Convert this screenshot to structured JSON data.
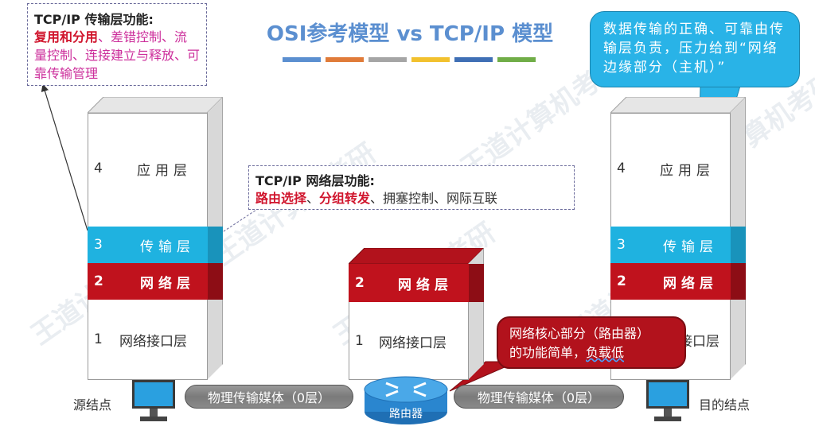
{
  "title": "OSI参考模型 vs TCP/IP 模型",
  "title_bar_colors": [
    "#5b8fd0",
    "#e07b39",
    "#a5a5a5",
    "#f2c12e",
    "#3f6fb5",
    "#70ad47"
  ],
  "transport_callout": {
    "heading": "TCP/IP 传输层功能:",
    "highlight": "复用和分用",
    "rest": "、差错控制、流量控制、连接建立与释放、可靠传输管理"
  },
  "network_callout": {
    "heading": "TCP/IP 网络层功能:",
    "highlight1": "路由选择",
    "sep": "、",
    "highlight2": "分组转发",
    "rest": "、拥塞控制、网际互联"
  },
  "source_stack": {
    "app": {
      "num": "4",
      "name": "应用层"
    },
    "transport": {
      "num": "3",
      "name": "传输层"
    },
    "network": {
      "num": "2",
      "name": "网络层"
    },
    "interface": {
      "num": "1",
      "name": "网络接口层"
    }
  },
  "router_stack": {
    "network": {
      "num": "2",
      "name": "网络层"
    },
    "interface": {
      "num": "1",
      "name": "网络接口层"
    }
  },
  "dest_stack": {
    "app": {
      "num": "4",
      "name": "应用层"
    },
    "transport": {
      "num": "3",
      "name": "传输层"
    },
    "network": {
      "num": "2",
      "name": "网络层"
    },
    "interface_partial": "接口层"
  },
  "blue_speech": "数据传输的正确、可靠由传输层负责，压力给到“网络边缘部分（主机）”",
  "red_speech": {
    "line1": "网络核心部分（路由器）",
    "line2": "的功能简单，",
    "emph": "负载低"
  },
  "cable_left": "物理传输媒体（0层）",
  "cable_right": "物理传输媒体（0层）",
  "router_label": "路由器",
  "source_label": "源结点",
  "dest_label": "目的结点",
  "watermark": "王道计算机考研"
}
